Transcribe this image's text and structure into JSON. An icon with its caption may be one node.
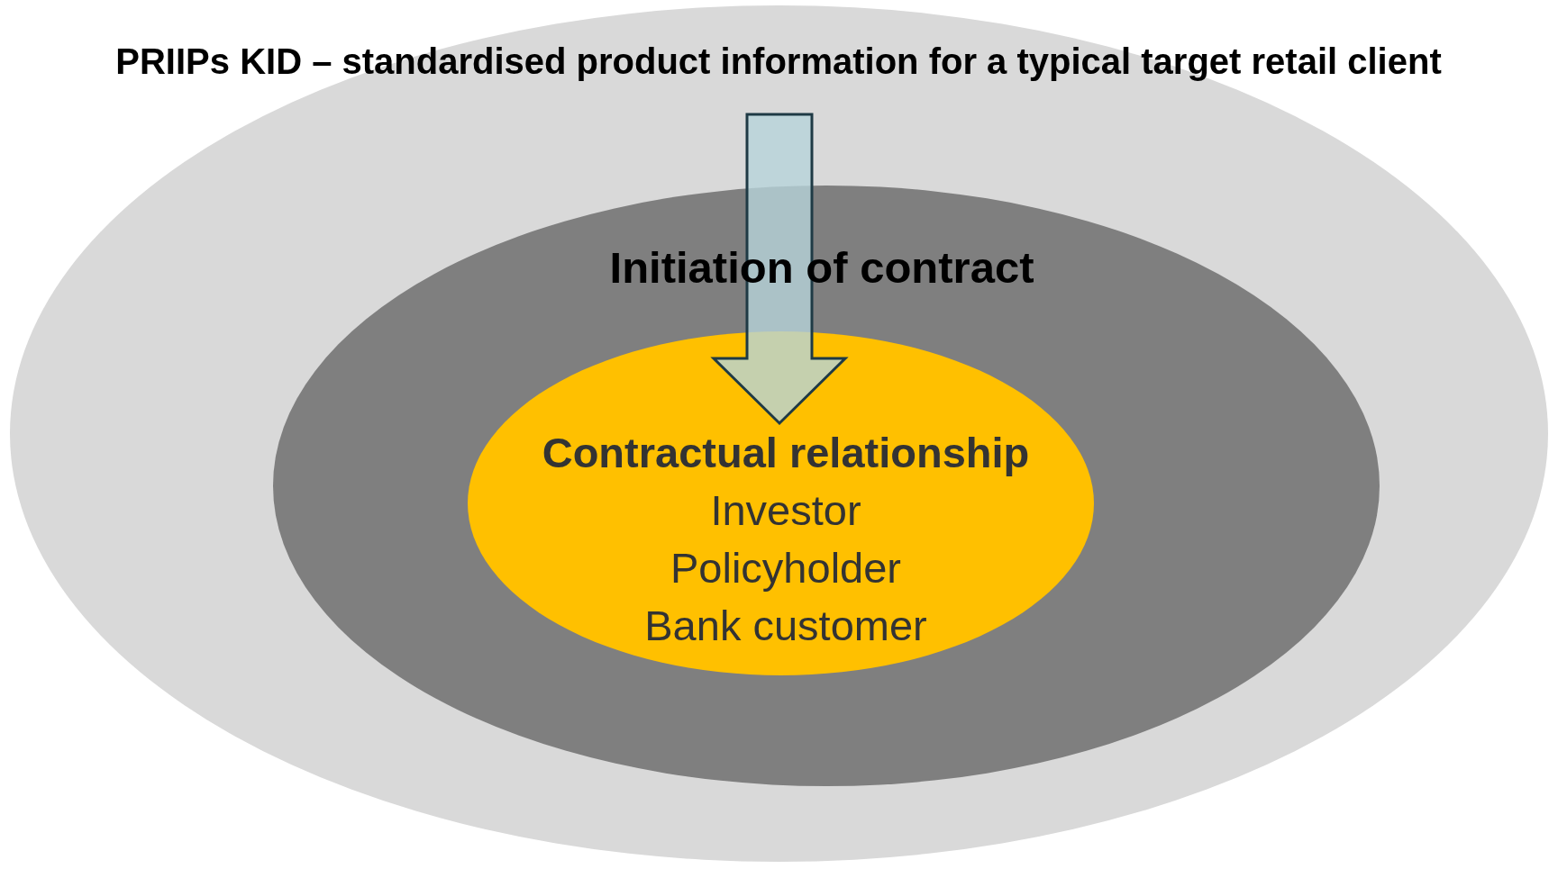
{
  "diagram": {
    "nodes": [
      {
        "text": [
          "PRIIPs KID – standardised product information for a typical target retail client"
        ]
      },
      {
        "text": [
          "Initiation of contract"
        ],
        "in": 0
      },
      {
        "text": [
          "Contractual relationship",
          "Investor",
          "Policyholder",
          "Bank customer"
        ],
        "in": 1
      }
    ],
    "edges": [
      {
        "from": 0,
        "to": 2,
        "arrow": "to",
        "style": "thick"
      }
    ]
  }
}
